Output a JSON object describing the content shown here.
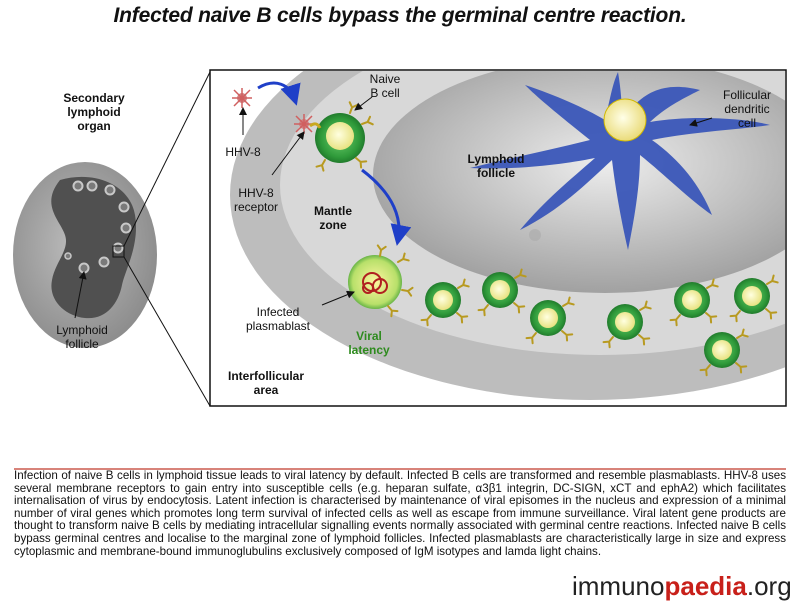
{
  "title": "Infected naive B cells bypass the germinal centre reaction.",
  "left_panel": {
    "organ_label": "Secondary\nlymphoid\norgan",
    "follicle_label": "Lymphoid\nfollicle"
  },
  "zoom_panel": {
    "hhv8": "HHV-8",
    "receptor": "HHV-8\nreceptor",
    "naive_b_cell": "Naive\nB cell",
    "follicular_dc": "Follicular\ndendritic\ncell",
    "lymphoid_follicle": "Lymphoid\nfollicle",
    "mantle_zone": "Mantle\nzone",
    "infected_plasmablast": "Infected\nplasmablast",
    "viral_latency": "Viral\nlatency",
    "interfollicular_area": "Interfollicular\narea"
  },
  "caption": "Infection of naive B cells in lymphoid tissue leads to viral latency by default. Infected B cells are transformed and resemble plasmablasts. HHV-8 uses several membrane receptors to gain entry into susceptible cells (e.g. heparan sulfate, α3β1 integrin, DC-SIGN, xCT and ephA2) which facilitates internalisation of virus by endocytosis. Latent infection is characterised by maintenance of viral episomes in the nucleus and expression of a minimal number of viral genes which promotes long term survival of infected cells as well as escape from immune surveillance. Viral latent gene products are thought to transform naive B cells by mediating intracellular signalling events normally associated with germinal centre reactions. Infected naive B cells bypass germinal centres and localise to the marginal zone of lymphoid follicles. Infected plasmablasts are characteristically large in size and express cytoplasmic and membrane-bound immunoglubulins exclusively composed of IgM isotypes and lamda light chains.",
  "logo": {
    "part1": "immuno",
    "part2": "paedia",
    "part3": ".org"
  },
  "colors": {
    "accent_red": "#c0392b",
    "viral_latency_green": "#2e8b1e",
    "dc_blue": "#3a56b8",
    "cell_green": "#2f8f3a"
  }
}
